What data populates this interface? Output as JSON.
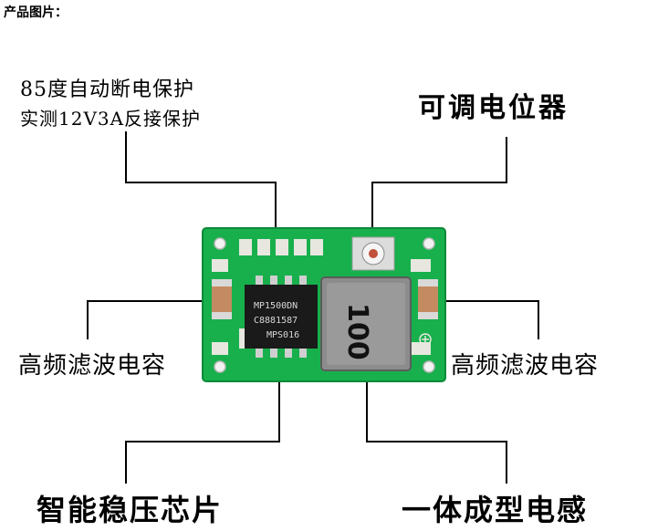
{
  "header": {
    "title": "产品图片："
  },
  "labels": {
    "protection_line1": "85度自动断电保护",
    "protection_line2": "实测12V3A反接保护",
    "potentiometer": "可调电位器",
    "filter_cap_left": "高频滤波电容",
    "filter_cap_right": "高频滤波电容",
    "regulator_chip": "智能稳压芯片",
    "inductor": "一体成型电感"
  },
  "board": {
    "chip_marking_1": "MP1500DN",
    "chip_marking_2": "C8881587",
    "chip_marking_3": "MPS016",
    "inductor_marking": "100"
  },
  "colors": {
    "pcb": "#18b04c",
    "pcb_dark": "#0e8a3a",
    "inductor": "#8c8c8c"
  }
}
